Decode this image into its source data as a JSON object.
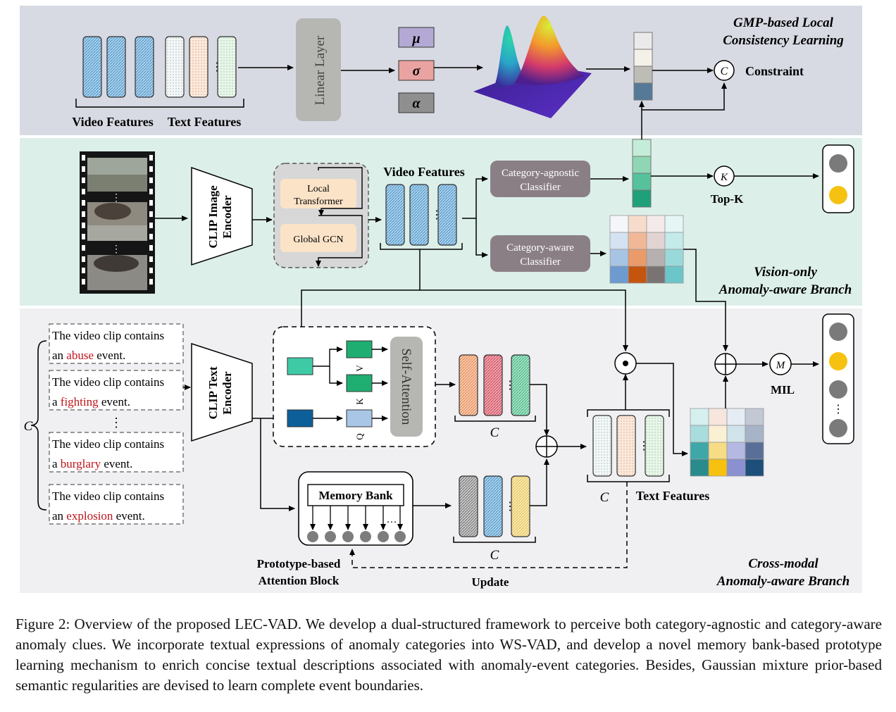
{
  "top": {
    "title_line1": "GMP-based Local",
    "title_line2": "Consistency Learning",
    "video_features": "Video Features",
    "text_features": "Text Features",
    "linear_layer": "Linear Layer",
    "mu": "μ",
    "sigma": "σ",
    "alpha": "α",
    "constraint_symbol": "C",
    "constraint": "Constraint"
  },
  "middle": {
    "clip_image_encoder_line1": "CLIP Image",
    "clip_image_encoder_line2": "Encoder",
    "local_transformer_line1": "Local",
    "local_transformer_line2": "Transformer",
    "global_gcn": "Global GCN",
    "video_features": "Video Features",
    "agnostic_line1": "Category-agnostic",
    "agnostic_line2": "Classifier",
    "aware_line1": "Category-aware",
    "aware_line2": "Classifier",
    "topk_symbol": "K",
    "topk": "Top-K",
    "branch_line1": "Vision-only",
    "branch_line2": "Anomaly-aware Branch"
  },
  "bottom": {
    "prompts": [
      {
        "line1": "The video clip contains",
        "prefix": "an ",
        "category": "abuse",
        "suffix": " event."
      },
      {
        "line1": "The video clip contains",
        "prefix": "a ",
        "category": "fighting",
        "suffix": " event."
      },
      {
        "line1": "The video clip contains",
        "prefix": "a ",
        "category": "burglary",
        "suffix": " event."
      },
      {
        "line1": "The video clip contains",
        "prefix": "an ",
        "category": "explosion",
        "suffix": " event."
      }
    ],
    "c_label": "C",
    "clip_text_encoder_line1": "CLIP Text",
    "clip_text_encoder_line2": "Encoder",
    "v": "V",
    "k": "K",
    "q": "Q",
    "self_attention": "Self-Attention",
    "memory_bank": "Memory Bank",
    "prototype_line1": "Prototype-based",
    "prototype_line2": "Attention Block",
    "update": "Update",
    "text_features": "Text Features",
    "mil_symbol": "M",
    "mil": "MIL",
    "branch_line1": "Cross-modal",
    "branch_line2": "Anomaly-aware Branch"
  },
  "caption": "Figure 2: Overview of the proposed LEC-VAD. We develop a dual-structured framework to perceive both category-agnostic and category-aware anomaly clues. We incorporate textual expressions of anomaly categories into WS-VAD, and develop a novel memory bank-based prototype learning mechanism to enrich concise textual descriptions associated with anomaly-event categories. Besides, Gaussian mixture prior-based semantic regularities are devised to learn complete event boundaries.",
  "colors": {
    "top_bg": "#d8dae3",
    "middle_bg": "#dcefe9",
    "bottom_bg": "#f0f0f3",
    "classifier_fill": "#8b7f86",
    "red_text": "#c0141b",
    "yellow_dot": "#f5c211",
    "gray_dot": "#7a7a7a"
  }
}
